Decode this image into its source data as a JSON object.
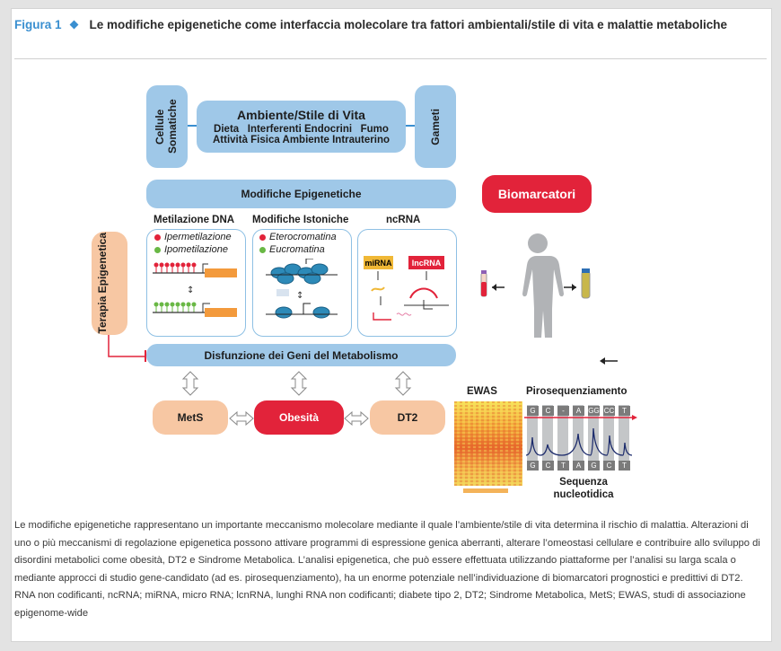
{
  "header": {
    "figure_label": "Figura 1",
    "title": "Le modifiche epigenetiche come interfaccia molecolare tra fattori ambientali/stile di vita e malattie metabo­liche"
  },
  "diagram": {
    "somatic_cells": "Cellule Somatiche",
    "gametes": "Gameti",
    "environment_title": "Ambiente/Stile di Vita",
    "environment_line1": "Dieta   Interferenti Endocrini   Fumo",
    "environment_line2": "Attività Fisica  Ambiente Intrauterino",
    "epigenetic_mods": "Modifiche Epigenetiche",
    "biomarkers": "Biomarcatori",
    "dna_methylation": "Metilazione DNA",
    "histone_mods": "Modifiche Istoniche",
    "ncrna": "ncRNA",
    "hypermethylation": "Ipermetilazione",
    "hypomethylation": "Ipometilazione",
    "heterochromatin": "Eterocromatina",
    "euchromatin": "Eucromatina",
    "mirna": "miRNA",
    "lncrna": "lncRNA",
    "therapy": "Terapia Epigenetica",
    "dysfunction": "Disfunzione dei Geni del Metabolismo",
    "mets": "MetS",
    "obesity": "Obesità",
    "dt2": "DT2",
    "ewas": "EWAS",
    "pyroseq": "Pirosequenziamento",
    "sequence_label": "Sequenza nucleotidica",
    "top_seq": [
      "G",
      "C",
      "-",
      "A",
      "GG",
      "CC",
      "T"
    ],
    "bottom_seq": [
      "G",
      "C",
      "T",
      "A",
      "G",
      "C",
      "T"
    ],
    "colors": {
      "blue_pill": "#9fc8e8",
      "orange": "#f7c7a3",
      "red": "#e2233a",
      "accent": "#3a8fd0"
    }
  },
  "caption": "Le modifiche epigenetiche rappresentano un importante meccanismo molecolare mediante il quale l’ambiente/stile di vita determina il rischio di malattia. Alterazioni di uno o più meccanismi di regolazione epigenetica possono attivare programmi di espressione genica aberranti, alterare l’omeostasi cellulare e contribuire allo sviluppo di disordini metabolici come obesità, DT2 e Sindrome Metabolica. L’analisi epigenetica, che può essere effettuata utilizzando piattaforme per l’analisi su larga scala o mediante approcci di studio gene-candidato (ad es. pirosequenziamento), ha un enorme potenziale nell’individuazione di biomarcatori prognostici e predittivi di DT2. RNA non codificanti, ncRNA; miRNA, micro RNA; lcnRNA, lunghi RNA non codificanti; diabete tipo 2, DT2; Sindrome Metabolica, MetS; EWAS, studi di associazione epigenome-wide"
}
